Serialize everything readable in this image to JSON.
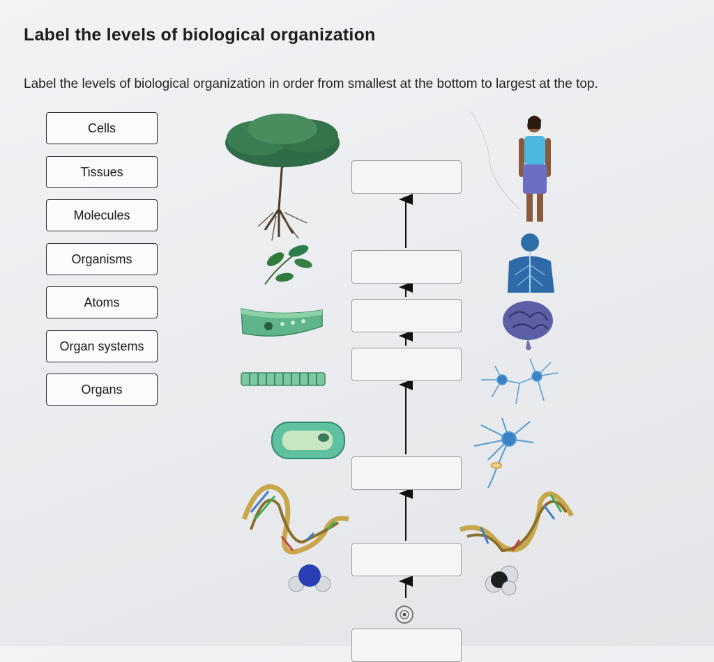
{
  "header": {
    "title": "Label the levels of biological organization",
    "instructions": "Label the levels of biological organization in order from smallest at the bottom to largest at the top."
  },
  "label_bank": [
    {
      "label": "Cells"
    },
    {
      "label": "Tissues"
    },
    {
      "label": "Molecules"
    },
    {
      "label": "Organisms"
    },
    {
      "label": "Atoms"
    },
    {
      "label": "Organ systems"
    },
    {
      "label": "Organs"
    }
  ],
  "drop_slots": [
    {
      "value": ""
    },
    {
      "value": ""
    },
    {
      "value": ""
    },
    {
      "value": ""
    },
    {
      "value": ""
    },
    {
      "value": ""
    },
    {
      "value": ""
    }
  ],
  "illustrations": {
    "plant_column": [
      "tree-icon",
      "leaf-icon",
      "leaf-tissue-icon",
      "plant-cells-icon",
      "plant-cell-icon",
      "dna-icon",
      "water-molecule-icon"
    ],
    "human_column": [
      "human-figure-icon",
      "nervous-system-icon",
      "brain-icon",
      "nerve-tissue-icon",
      "neuron-icon",
      "dna-icon",
      "molecule-icon"
    ],
    "center": [
      "atom-icon"
    ]
  },
  "colors": {
    "chip_border": "#2b2b2b",
    "slot_border": "#9b9da2",
    "leaf_green": "#2e7d4f",
    "tissue_green": "#5fb58a",
    "human_blue": "#3a82c4",
    "brain_purple": "#5d5fa6",
    "neuron_blue": "#4f9bd6"
  }
}
